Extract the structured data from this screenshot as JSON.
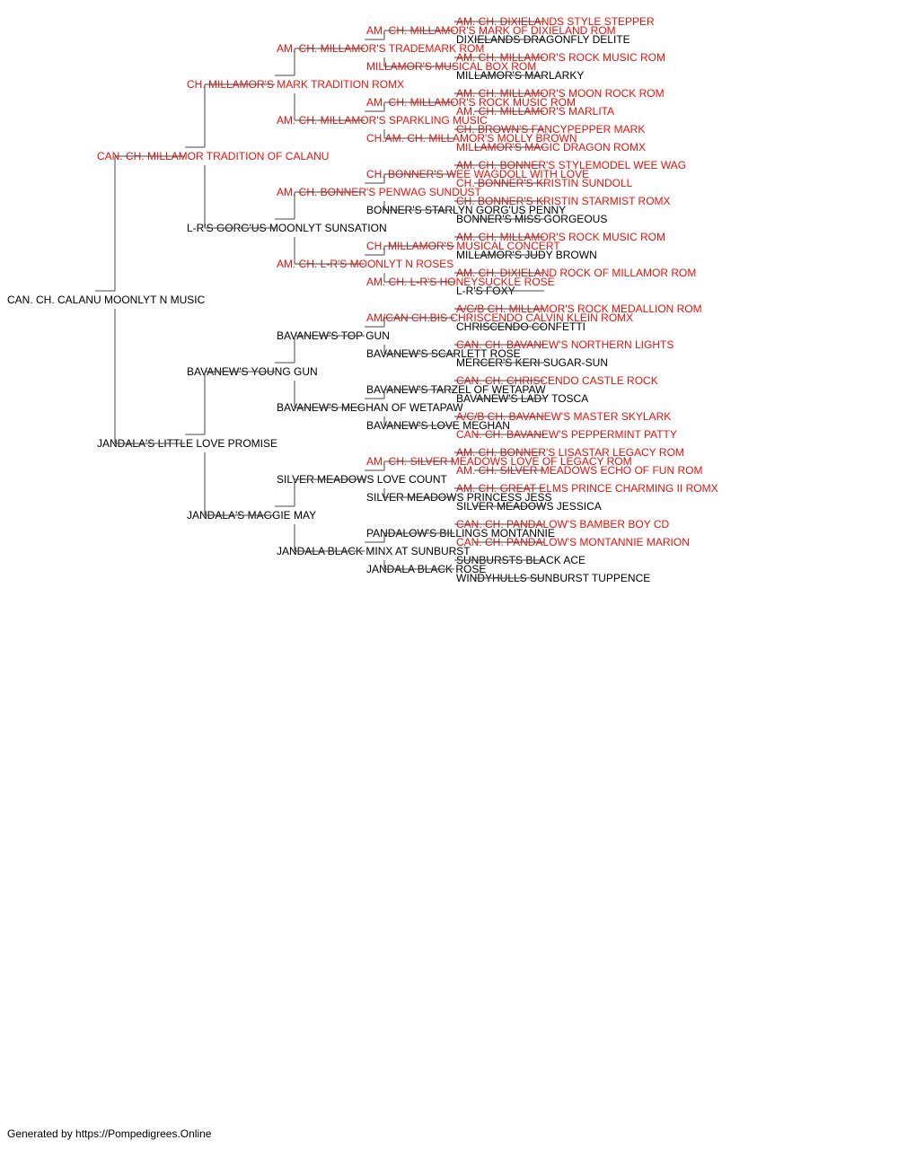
{
  "colors": {
    "titled": "#e8120c",
    "untitled": "#000000",
    "line": "#444444"
  },
  "footer": "Generated by https://Pompedigrees.Online",
  "pedigree": {
    "name": "CAN. CH. CALANU MOONLYT N MUSIC",
    "titled": false,
    "sire": {
      "name": "CAN. CH. MILLAMOR TRADITION OF CALANU",
      "titled": true,
      "sire": {
        "name": "CH. MILLAMOR'S MARK TRADITION ROMX",
        "titled": true,
        "sire": {
          "name": "AM. CH. MILLAMOR'S TRADEMARK ROM",
          "titled": true,
          "sire": {
            "name": "AM. CH. MILLAMOR'S MARK OF DIXIELAND ROM",
            "titled": true,
            "sire": {
              "name": "AM. CH. DIXIELANDS STYLE STEPPER",
              "titled": true
            },
            "dam": {
              "name": "DIXIELANDS DRAGONFLY DELITE",
              "titled": false
            }
          },
          "dam": {
            "name": "MILLAMOR'S MUSICAL BOX ROM",
            "titled": true,
            "sire": {
              "name": "AM. CH. MILLAMOR'S ROCK MUSIC ROM",
              "titled": true
            },
            "dam": {
              "name": "MILLAMOR'S MARLARKY",
              "titled": false
            }
          }
        },
        "dam": {
          "name": "AM. CH. MILLAMOR'S SPARKLING MUSIC",
          "titled": true,
          "sire": {
            "name": "AM. CH. MILLAMOR'S ROCK MUSIC ROM",
            "titled": true,
            "sire": {
              "name": "AM. CH. MILLAMOR'S MOON ROCK ROM",
              "titled": true
            },
            "dam": {
              "name": "AM. CH. MILLAMOR'S MARLITA",
              "titled": true
            }
          },
          "dam": {
            "name": "CH.AM. CH. MILLAMOR'S MOLLY BROWN",
            "titled": true,
            "sire": {
              "name": "CH. BROWN'S FANCYPEPPER MARK",
              "titled": true
            },
            "dam": {
              "name": "MILLAMOR'S MAGIC DRAGON ROMX",
              "titled": true
            }
          }
        }
      },
      "dam": {
        "name": "L-R'S GORG'US MOONLYT SUNSATION",
        "titled": false,
        "sire": {
          "name": "AM. CH. BONNER'S PENWAG SUNDUST",
          "titled": true,
          "sire": {
            "name": "CH. BONNER'S WEE WAGDOLL WITH LOVE",
            "titled": true,
            "sire": {
              "name": "AM. CH. BONNER'S STYLEMODEL WEE WAG",
              "titled": true
            },
            "dam": {
              "name": "CH. BONNER'S KRISTIN SUNDOLL",
              "titled": true
            }
          },
          "dam": {
            "name": "BONNER'S STARLYN GORG'US PENNY",
            "titled": false,
            "sire": {
              "name": "CH. BONNER'S KRISTIN STARMIST ROMX",
              "titled": true
            },
            "dam": {
              "name": "BONNER'S MISS GORGEOUS",
              "titled": false
            }
          }
        },
        "dam": {
          "name": "AM. CH. L-R'S MOONLYT N ROSES",
          "titled": true,
          "sire": {
            "name": "CH. MILLAMOR'S MUSICAL CONCERT",
            "titled": true,
            "sire": {
              "name": "AM. CH. MILLAMOR'S ROCK MUSIC ROM",
              "titled": true
            },
            "dam": {
              "name": "MILLAMOR'S JUDY BROWN",
              "titled": false
            }
          },
          "dam": {
            "name": "AM. CH. L-R'S HONEYSUCKLE ROSE",
            "titled": true,
            "sire": {
              "name": "AM. CH. DIXIELAND ROCK OF MILLAMOR ROM",
              "titled": true
            },
            "dam": {
              "name": "L-R'S FOXY",
              "titled": false
            }
          }
        }
      }
    },
    "dam": {
      "name": "JANDALA'S LITTLE LOVE PROMISE",
      "titled": false,
      "sire": {
        "name": "BAVANEW'S YOUNG GUN",
        "titled": false,
        "sire": {
          "name": "BAVANEW'S TOP GUN",
          "titled": false,
          "sire": {
            "name": "AM/CAN CH.BIS CHRISCENDO CALVIN KLEIN ROMX",
            "titled": true,
            "sire": {
              "name": "A/C/B CH. MILLAMOR'S ROCK MEDALLION ROM",
              "titled": true
            },
            "dam": {
              "name": "CHRISCENDO CONFETTI",
              "titled": false
            }
          },
          "dam": {
            "name": "BAVANEW'S SCARLETT ROSE",
            "titled": false,
            "sire": {
              "name": "CAN. CH. BAVANEW'S NORTHERN LIGHTS",
              "titled": true
            },
            "dam": {
              "name": "MERCER'S KERI SUGAR-SUN",
              "titled": false
            }
          }
        },
        "dam": {
          "name": "BAVANEW'S MEGHAN OF WETAPAW",
          "titled": false,
          "sire": {
            "name": "BAVANEW'S TARZEL OF WETAPAW",
            "titled": false,
            "sire": {
              "name": "CAN. CH. CHRISCENDO CASTLE ROCK",
              "titled": true
            },
            "dam": {
              "name": "BAVANEW'S LADY TOSCA",
              "titled": false
            }
          },
          "dam": {
            "name": "BAVANEW'S LOVE MEGHAN",
            "titled": false,
            "sire": {
              "name": "A/C/B CH. BAVANEW'S MASTER SKYLARK",
              "titled": true
            },
            "dam": {
              "name": "CAN. CH. BAVANEW'S PEPPERMINT PATTY",
              "titled": true
            }
          }
        }
      },
      "dam": {
        "name": "JANDALA'S MAGGIE MAY",
        "titled": false,
        "sire": {
          "name": "SILVER MEADOWS LOVE COUNT",
          "titled": false,
          "sire": {
            "name": "AM. CH. SILVER MEADOWS LOVE OF LEGACY ROM",
            "titled": true,
            "sire": {
              "name": "AM. CH. BONNER'S LISASTAR LEGACY ROM",
              "titled": true
            },
            "dam": {
              "name": "AM. CH. SILVER MEADOWS ECHO OF FUN ROM",
              "titled": true
            }
          },
          "dam": {
            "name": "SILVER MEADOWS PRINCESS JESS",
            "titled": false,
            "sire": {
              "name": "AM. CH. GREAT ELMS PRINCE CHARMING II ROMX",
              "titled": true
            },
            "dam": {
              "name": "SILVER MEADOWS JESSICA",
              "titled": false
            }
          }
        },
        "dam": {
          "name": "JANDALA BLACK MINX AT SUNBURST",
          "titled": false,
          "sire": {
            "name": "PANDALOW'S BILLINGS MONTANNIE",
            "titled": false,
            "sire": {
              "name": "CAN. CH. PANDALOW'S BAMBER BOY CD",
              "titled": true
            },
            "dam": {
              "name": "CAN. CH. PANDALOW'S MONTANNIE MARION",
              "titled": true
            }
          },
          "dam": {
            "name": "JANDALA BLACK ROSE",
            "titled": false,
            "sire": {
              "name": "SUNBURSTS BLACK ACE",
              "titled": false
            },
            "dam": {
              "name": "WINDYHULLS SUNBURST TUPPENCE",
              "titled": false
            }
          }
        }
      }
    }
  }
}
